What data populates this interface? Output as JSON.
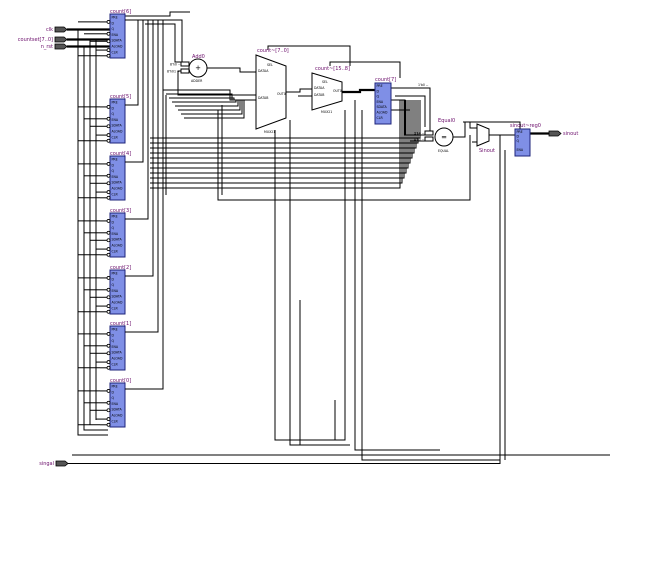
{
  "ports": {
    "clk": "clk",
    "countset": "countset[7..0]",
    "n_rst": "n_rst",
    "singal": "singal",
    "sinout": "sinout"
  },
  "registers": [
    {
      "label": "count[6]"
    },
    {
      "label": "count[5]"
    },
    {
      "label": "count[4]"
    },
    {
      "label": "count[3]"
    },
    {
      "label": "count[2]"
    },
    {
      "label": "count[1]"
    },
    {
      "label": "count[0]"
    }
  ],
  "reg_pins": [
    "PRE",
    "D",
    "Q",
    "ENA",
    "SDATA",
    "ALOAD",
    "CLR"
  ],
  "adder": {
    "label": "Add0",
    "op": "+",
    "type": "ADDER",
    "pin_a": "8'h0 --",
    "pin_b": "8'h01 --"
  },
  "mux1": {
    "label": "count~[7..0]",
    "type": "MUX21",
    "sel": "SEL",
    "a": "DATAA",
    "b": "DATAB",
    "out": "OUT0"
  },
  "mux2": {
    "label": "count~[15..8]",
    "type": "MUX21",
    "sel": "SEL",
    "a": "DATAA",
    "b": "DATAB",
    "out": "OUT0"
  },
  "count7": {
    "label": "count[7]",
    "pin_top": "1'b0 --"
  },
  "equal": {
    "label": "Equal0",
    "op": "=",
    "type": "EQUAL",
    "pin_a": "1'h0 --",
    "pin_b": "8'h0 --"
  },
  "sinout_mux": {
    "label": "Sinout"
  },
  "sinout_reg": {
    "label": "sinout~reg0"
  }
}
